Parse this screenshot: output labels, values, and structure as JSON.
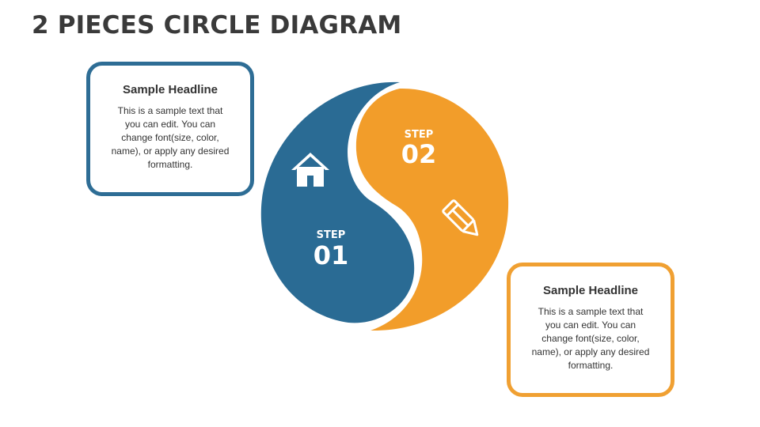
{
  "title": "2 PIECES CIRCLE DIAGRAM",
  "steps": [
    {
      "label": "STEP",
      "number": "01",
      "color": "#2a6b94",
      "icon": "home-icon"
    },
    {
      "label": "STEP",
      "number": "02",
      "color": "#f29d2a",
      "icon": "pencil-icon"
    }
  ],
  "cards": [
    {
      "headline": "Sample Headline",
      "text": "This is a sample text that you can edit. You can change font(size, color, name), or apply any desired formatting.",
      "border_color": "#2e6d95"
    },
    {
      "headline": "Sample Headline",
      "text": "This is a sample text that you can edit. You can change font(size, color, name), or apply any desired formatting.",
      "border_color": "#f0a032"
    }
  ]
}
